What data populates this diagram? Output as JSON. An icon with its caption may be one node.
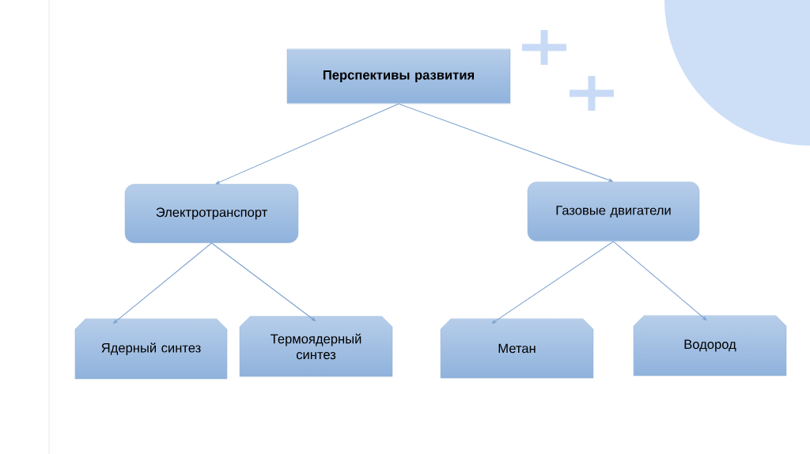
{
  "diagram": {
    "nodes": [
      {
        "text": [
          "Перспективы развития"
        ]
      },
      {
        "text": [
          "Электротранспорт"
        ]
      },
      {
        "text": [
          "Газовые двигатели"
        ]
      },
      {
        "text": [
          "Ядерный синтез"
        ]
      },
      {
        "text": [
          "Термоядерный синтез"
        ]
      },
      {
        "text": [
          "Метан"
        ]
      },
      {
        "text": [
          "Водород"
        ]
      }
    ],
    "edges": [
      {
        "from": 0,
        "to": 1,
        "arrow": "to"
      },
      {
        "from": 0,
        "to": 2,
        "arrow": "to"
      },
      {
        "from": 1,
        "to": 3,
        "arrow": "to"
      },
      {
        "from": 1,
        "to": 4,
        "arrow": "to"
      },
      {
        "from": 2,
        "to": 5,
        "arrow": "to"
      },
      {
        "from": 2,
        "to": 6,
        "arrow": "to"
      }
    ]
  }
}
